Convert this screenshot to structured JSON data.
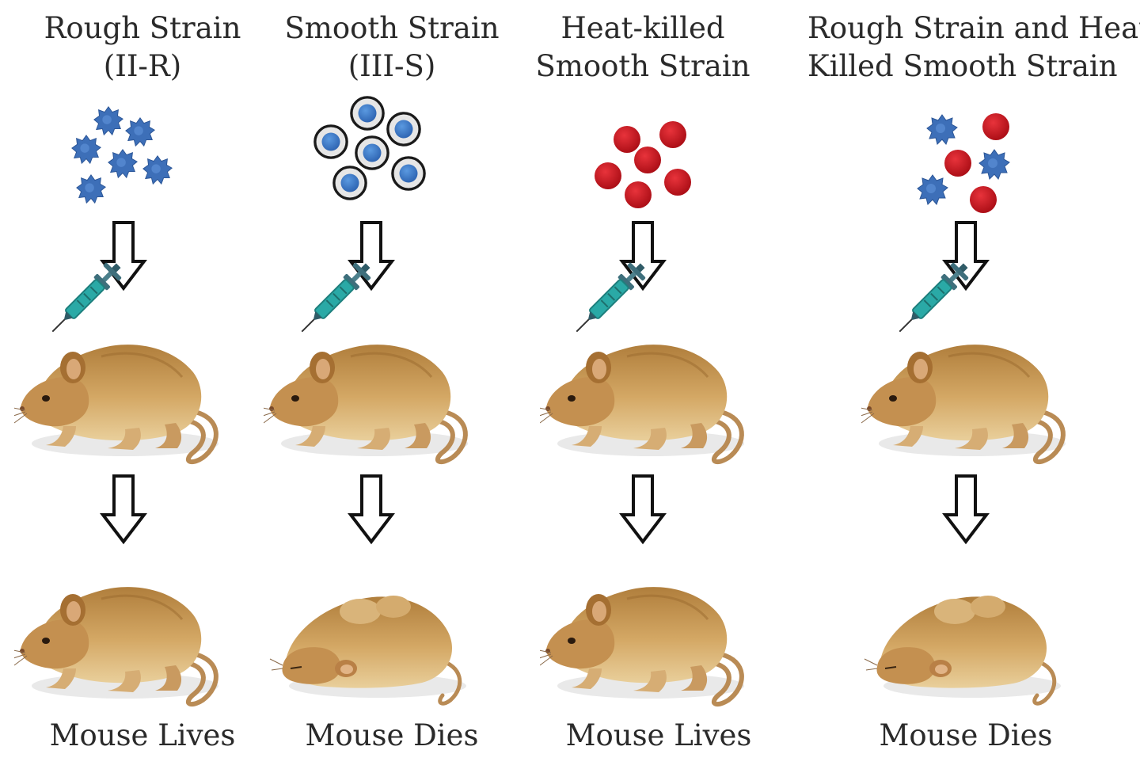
{
  "columns": [
    {
      "title_line1": "Rough Strain",
      "title_line2": "(II-R)",
      "bacteria": "rough-blue-cells",
      "result": "Mouse Lives",
      "outcome": "lives"
    },
    {
      "title_line1": "Smooth Strain",
      "title_line2": "(III-S)",
      "bacteria": "smooth-capsule-cells",
      "result": "Mouse Dies",
      "outcome": "dies"
    },
    {
      "title_line1": "Heat-killed",
      "title_line2": "Smooth Strain",
      "bacteria": "heat-killed-red-cells",
      "result": "Mouse Lives",
      "outcome": "lives"
    },
    {
      "title_line1": "Rough Strain and Heat-",
      "title_line2": "Killed Smooth Strain",
      "bacteria": "mixed-cells",
      "result": "Mouse Dies",
      "outcome": "dies"
    }
  ],
  "colors": {
    "rough": "#3d6fb8",
    "smooth_core": "#3f7fd0",
    "heat_killed": "#c8111b",
    "mouse_fur": "#c99a55",
    "syringe": "#2aa9a6"
  }
}
